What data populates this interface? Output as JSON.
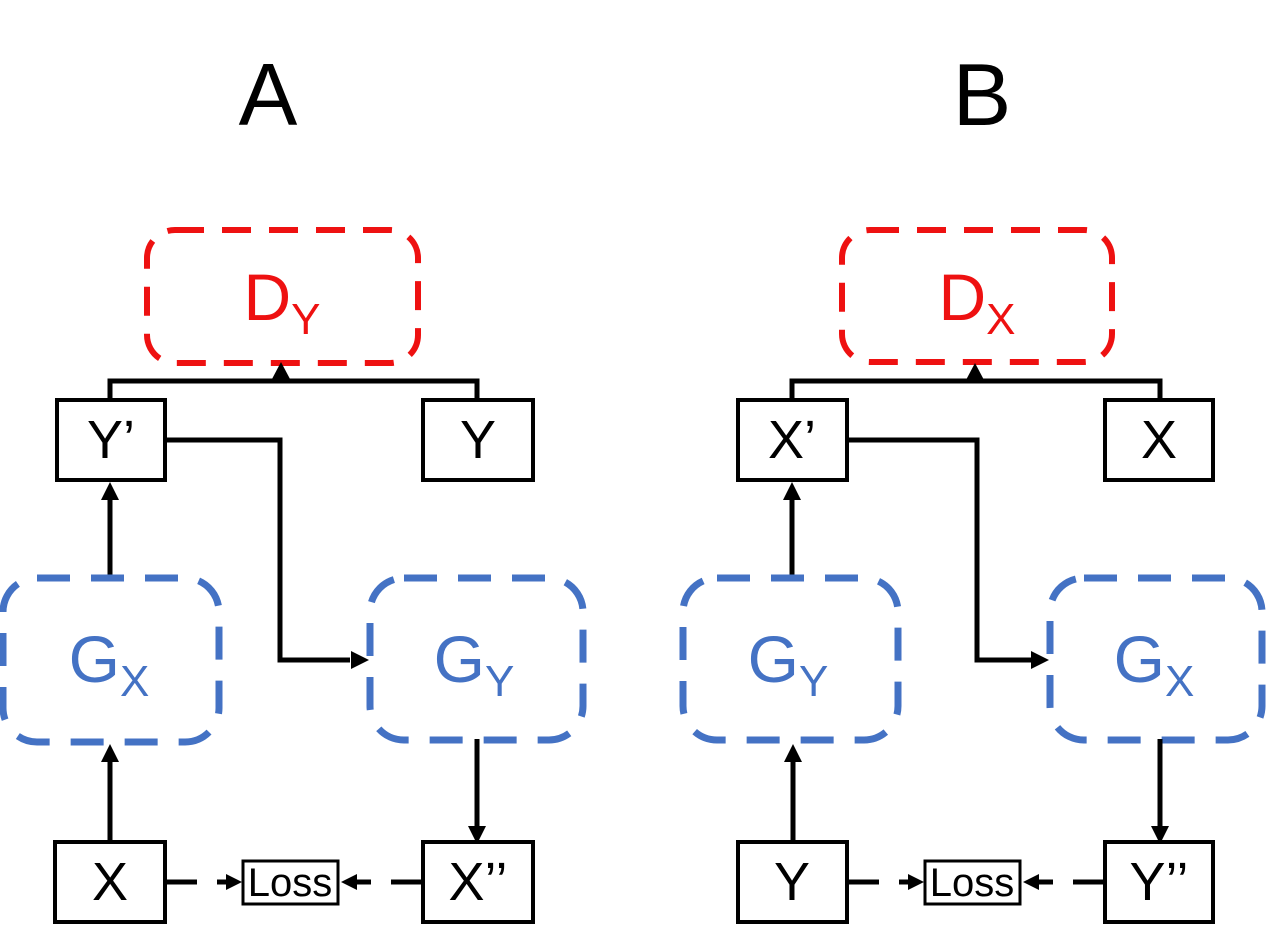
{
  "colors": {
    "background": "#ffffff",
    "line": "#000000",
    "red": "#ee1111",
    "blue": "#4472c4"
  },
  "panel_a": {
    "title": "A",
    "discriminator": {
      "base": "D",
      "sub": "Y"
    },
    "fake_box": "Y’",
    "real_box": "Y",
    "generator_left": {
      "base": "G",
      "sub": "X"
    },
    "generator_right": {
      "base": "G",
      "sub": "Y"
    },
    "input_box": "X",
    "loss_label": "Loss",
    "reconstruction_box": "X’’"
  },
  "panel_b": {
    "title": "B",
    "discriminator": {
      "base": "D",
      "sub": "X"
    },
    "fake_box": "X’",
    "real_box": "X",
    "generator_left": {
      "base": "G",
      "sub": "Y"
    },
    "generator_right": {
      "base": "G",
      "sub": "X"
    },
    "input_box": "Y",
    "loss_label": "Loss",
    "reconstruction_box": "Y’’"
  }
}
